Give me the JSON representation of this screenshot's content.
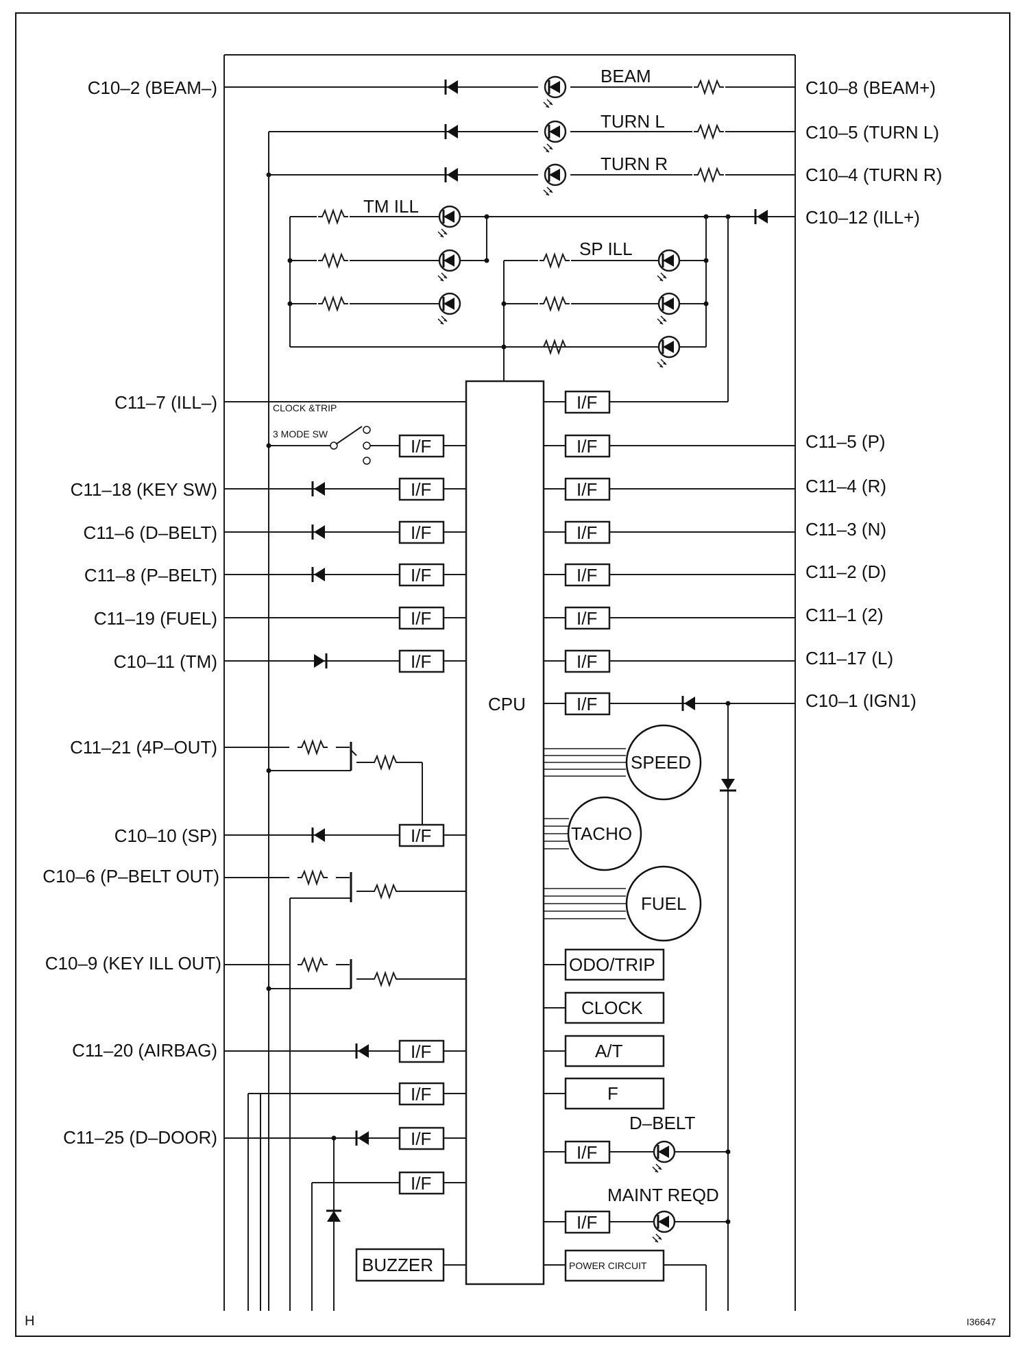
{
  "left_pins": [
    {
      "id": "beam_minus",
      "label": "C10–2 (BEAM–)"
    },
    {
      "id": "ill_minus",
      "label": "C11–7 (ILL–)"
    },
    {
      "id": "key_sw",
      "label": "C11–18 (KEY SW)"
    },
    {
      "id": "d_belt",
      "label": "C11–6 (D–BELT)"
    },
    {
      "id": "p_belt",
      "label": "C11–8 (P–BELT)"
    },
    {
      "id": "fuel",
      "label": "C11–19 (FUEL)"
    },
    {
      "id": "tm",
      "label": "C10–11 (TM)"
    },
    {
      "id": "4p_out",
      "label": "C11–21 (4P–OUT)"
    },
    {
      "id": "sp",
      "label": "C10–10 (SP)"
    },
    {
      "id": "p_belt_out",
      "label": "C10–6 (P–BELT OUT)"
    },
    {
      "id": "key_ill_out",
      "label": "C10–9 (KEY ILL OUT)"
    },
    {
      "id": "airbag",
      "label": "C11–20 (AIRBAG)"
    },
    {
      "id": "d_door",
      "label": "C11–25 (D–DOOR)"
    }
  ],
  "right_pins": [
    {
      "id": "beam_plus",
      "label": "C10–8 (BEAM+)"
    },
    {
      "id": "turn_l",
      "label": "C10–5 (TURN L)"
    },
    {
      "id": "turn_r",
      "label": "C10–4 (TURN R)"
    },
    {
      "id": "ill_plus",
      "label": "C10–12 (ILL+)"
    },
    {
      "id": "p",
      "label": "C11–5 (P)"
    },
    {
      "id": "r",
      "label": "C11–4 (R)"
    },
    {
      "id": "n",
      "label": "C11–3 (N)"
    },
    {
      "id": "d",
      "label": "C11–2 (D)"
    },
    {
      "id": "two",
      "label": "C11–1 (2)"
    },
    {
      "id": "l",
      "label": "C11–17 (L)"
    },
    {
      "id": "ign1",
      "label": "C10–1 (IGN1)"
    }
  ],
  "indicators": {
    "beam": "BEAM",
    "turn_l": "TURN L",
    "turn_r": "TURN R",
    "tm_ill": "TM ILL",
    "sp_ill": "SP ILL",
    "d_belt": "D–BELT",
    "maint_reqd": "MAINT REQD"
  },
  "switch": {
    "line1": "CLOCK &TRIP",
    "line2": "3 MODE SW"
  },
  "cpu_label": "CPU",
  "interface_label": "I/F",
  "gauges": {
    "speed": "SPEED",
    "tacho": "TACHO",
    "fuel": "FUEL"
  },
  "function_blocks": {
    "odo_trip": "ODO/TRIP",
    "clock": "CLOCK",
    "at": "A/T",
    "f": "F"
  },
  "buzzer": "BUZZER",
  "power_circuit": "POWER CIRCUIT",
  "corner_left": "H",
  "corner_right": "I36647"
}
